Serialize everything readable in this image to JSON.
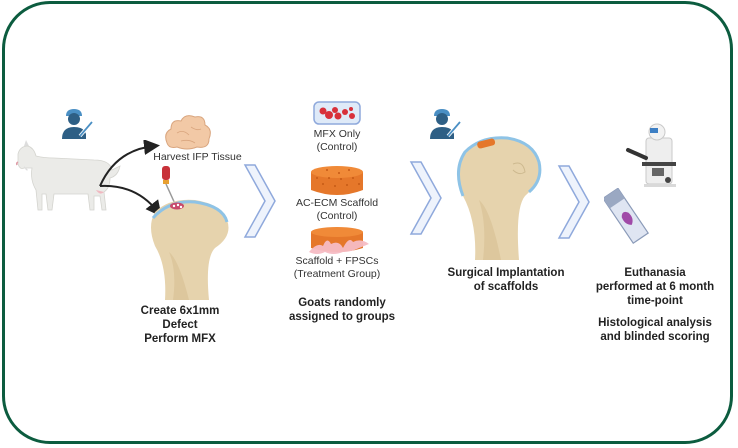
{
  "colors": {
    "frame_border": "#0c5c3f",
    "chevron_stroke": "#8fa9dc",
    "chevron_fill": "#eef3fc",
    "bone": "#e6d3ad",
    "cartilage": "#8ec3e6",
    "scaffold": "#e5772a",
    "surgeon": "#2e5f85"
  },
  "step1": {
    "icons": [
      "surgeon-icon",
      "goat-icon",
      "ifp-tissue-icon",
      "drill-icon",
      "bone-defect-icon"
    ],
    "harvest_label": "Harvest IFP Tissue",
    "caption_lines": [
      "Create 6x1mm",
      "Defect",
      "Perform MFX"
    ]
  },
  "step2": {
    "groups": [
      {
        "icon": "mfx-clot-icon",
        "line1": "MFX Only",
        "line2": "(Control)"
      },
      {
        "icon": "scaffold-icon",
        "line1": "AC-ECM Scaffold",
        "line2": "(Control)"
      },
      {
        "icon": "scaffold-cells-icon",
        "line1": "Scaffold + FPSCs",
        "line2": "(Treatment Group)"
      }
    ],
    "caption_lines": [
      "Goats randomly",
      "assigned to groups"
    ]
  },
  "step3": {
    "icons": [
      "surgeon-icon",
      "bone-implant-icon"
    ],
    "caption_lines": [
      "Surgical Implantation",
      "of scaffolds"
    ]
  },
  "step4": {
    "icons": [
      "microscope-icon",
      "slide-icon"
    ],
    "caption_lines": [
      "Euthanasia",
      "performed at 6 month",
      "time-point"
    ],
    "caption2_lines": [
      "Histological analysis",
      "and blinded scoring"
    ]
  }
}
